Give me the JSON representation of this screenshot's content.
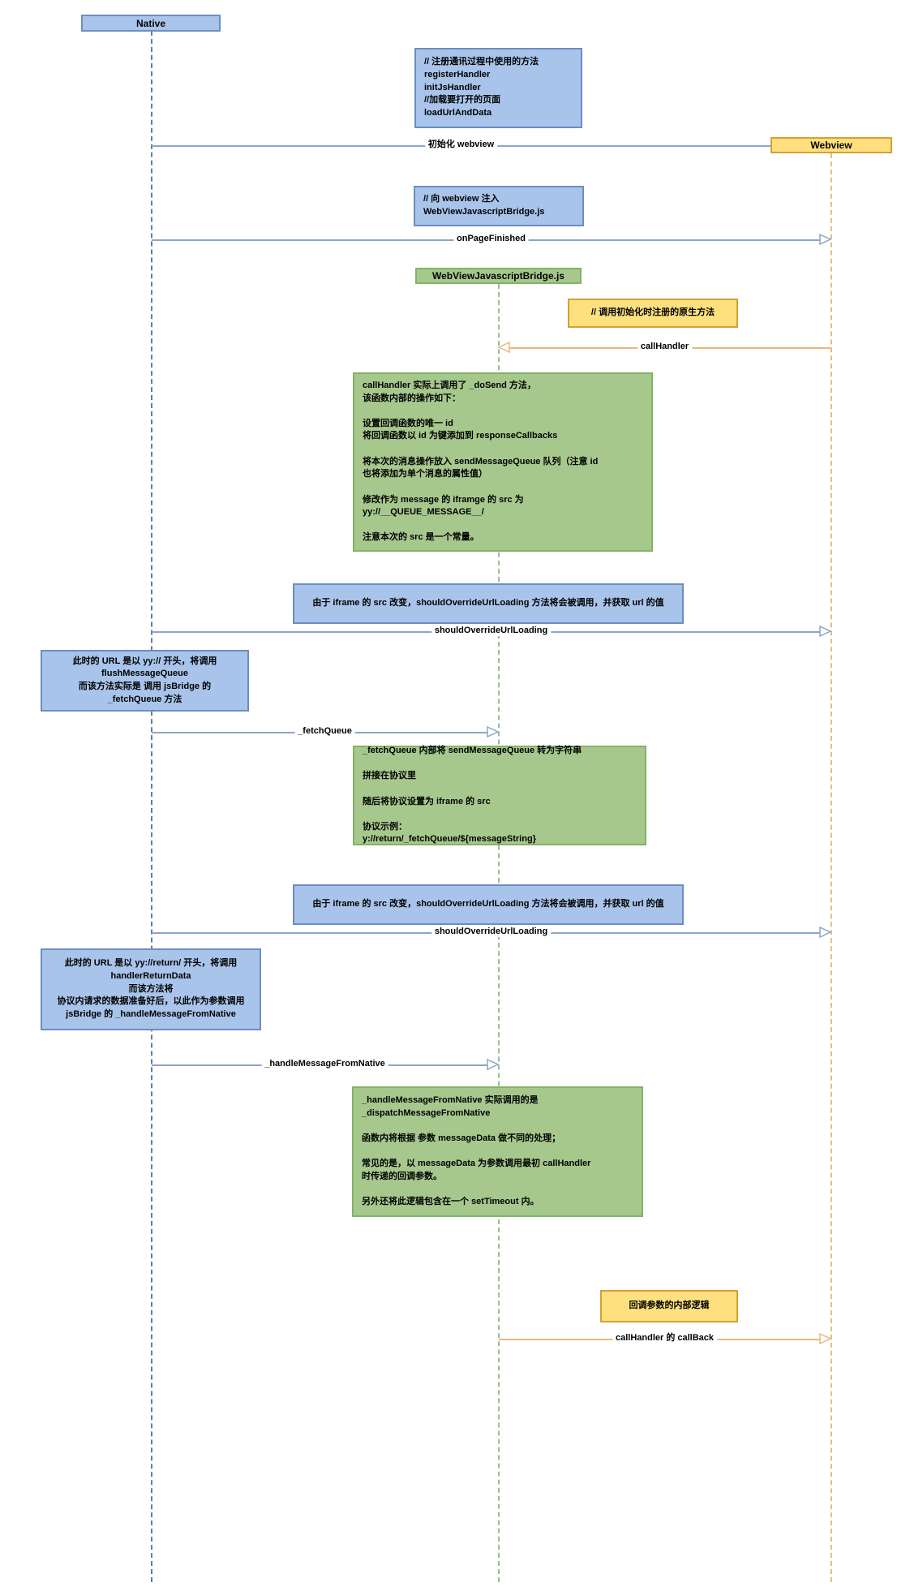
{
  "diagram_title": "WebViewJavascriptBridge sequence diagram",
  "colors": {
    "blue_fill": "#a9c4eb",
    "blue_border": "#6c8ebf",
    "green_fill": "#a6c88d",
    "green_border": "#82b366",
    "yellow_fill": "#ffe07e",
    "yellow_border": "#d4a035",
    "arrow_blue": "#8aa5cb",
    "arrow_orange": "#e9b87d",
    "lifeline_native": "#5f7d9e",
    "lifeline_bridge": "#9cbf8b",
    "lifeline_webview": "#e2bd7f"
  },
  "participants": {
    "native": {
      "label": "Native"
    },
    "webview": {
      "label": "Webview"
    },
    "bridge": {
      "label": "WebViewJavascriptBridge.js"
    }
  },
  "messages": {
    "init_webview": {
      "label": "初始化 webview"
    },
    "on_page_finished": {
      "label": "onPageFinished"
    },
    "call_handler": {
      "label": "callHandler"
    },
    "should_override_1": {
      "label": "shouldOverrideUrlLoading"
    },
    "fetch_queue": {
      "label": "_fetchQueue"
    },
    "should_override_2": {
      "label": "shouldOverrideUrlLoading"
    },
    "handle_message_from_native": {
      "label": "_handleMessageFromNative"
    },
    "call_handler_callback": {
      "label": "callHandler 的 callBack"
    }
  },
  "notes": {
    "register_methods": {
      "lines": [
        "// 注册通讯过程中使用的方法",
        "registerHandler",
        "initJsHandler",
        "//加载要打开的页面",
        "loadUrlAndData"
      ]
    },
    "inject_bridge": {
      "lines": [
        "// 向 webview 注入",
        "WebViewJavascriptBridge.js"
      ]
    },
    "call_registered_native": {
      "lines": [
        "// 调用初始化时注册的原生方法"
      ]
    },
    "do_send_detail": {
      "lines": [
        "callHandler 实际上调用了 _doSend 方法，",
        "该函数内部的操作如下：",
        "",
        "设置回调函数的唯一 id",
        "将回调函数以 id 为键添加到 responseCallbacks",
        "",
        "将本次的消息操作放入 sendMessageQueue 队列（注意 id",
        "也将添加为单个消息的属性值）",
        "",
        "修改作为 message 的 iframge 的 src 为",
        "yy://__QUEUE_MESSAGE__/",
        "",
        "注意本次的 src 是一个常量。"
      ]
    },
    "iframe_src_changed_1": {
      "lines": [
        "由于 iframe 的 src 改变，shouldOverrideUrlLoading 方法将会被调用，并获取 url 的值"
      ]
    },
    "url_yy_prefix": {
      "lines": [
        "此时的 URL 是以 yy:// 开头，将调用",
        "flushMessageQueue",
        "而该方法实际是 调用  jsBridge 的",
        "_fetchQueue 方法"
      ]
    },
    "fetch_queue_detail": {
      "lines": [
        "_fetchQueue 内部将 sendMessageQueue 转为字符串",
        "",
        "拼接在协议里",
        "",
        "随后将协议设置为 iframe 的 src",
        "",
        "协议示例：",
        "y://return/_fetchQueue/${messageString}"
      ]
    },
    "iframe_src_changed_2": {
      "lines": [
        "由于 iframe 的 src 改变，shouldOverrideUrlLoading 方法将会被调用，并获取 url 的值"
      ]
    },
    "url_yyreturn_prefix": {
      "lines": [
        "此时的 URL 是以 yy://return/ 开头，将调用",
        "handlerReturnData",
        "而该方法将",
        "协议内请求的数据准备好后，以此作为参数调用",
        "jsBridge 的 _handleMessageFromNative"
      ]
    },
    "dispatch_detail": {
      "lines": [
        "_handleMessageFromNative 实际调用的是",
        "_dispatchMessageFromNative",
        "",
        "函数内将根据 参数 messageData 做不同的处理；",
        "",
        "常见的是，以 messageData 为参数调用最初 callHandler",
        "时传递的回调参数。",
        "",
        "另外还将此逻辑包含在一个 setTimeout 内。"
      ]
    },
    "callback_inner_logic": {
      "lines": [
        "回调参数的内部逻辑"
      ]
    }
  }
}
